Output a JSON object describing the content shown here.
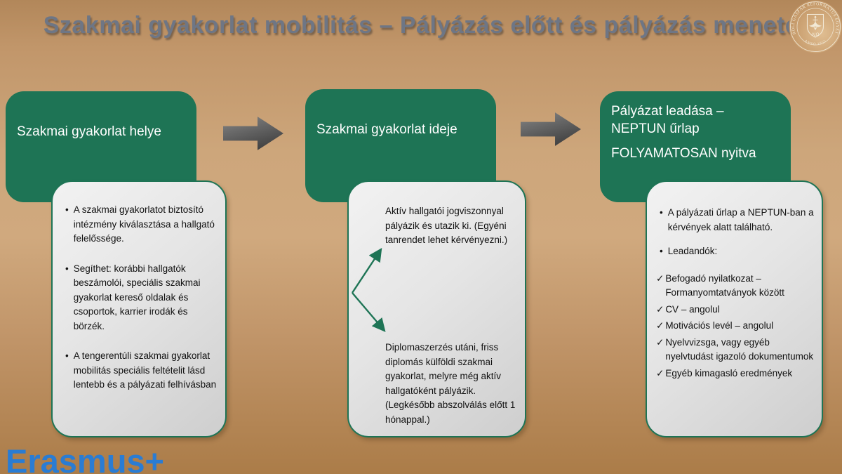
{
  "title": "Szakmai gyakorlat mobilitás – Pályázás előtt és pályázás menete",
  "logo": {
    "ring_text": "KÁROLI GÁSPÁR REFORMÁTUS EGYETEM",
    "anno_text": "ANNO 1855",
    "center_symbols": "Λ|Ω"
  },
  "glyphs": {
    "bullet": "•",
    "check": "✓"
  },
  "colors": {
    "green": "#1e7455",
    "title_gray": "#6e7685",
    "erasmus_blue": "#2a7cd3",
    "background_top": "#b2875a",
    "background_middle": "#d0a97e",
    "background_bottom": "#ab7c48",
    "arrow_gray_from": "#848484",
    "arrow_gray_to": "#383838"
  },
  "steps": [
    {
      "header": "Szakmai gyakorlat helye",
      "bullets": [
        "A szakmai gyakorlatot biztosító intézmény kiválasztása a hallgató felelőssége.",
        "Segíthet: korábbi hallgatók beszámolói, speciális szakmai gyakorlat kereső oldalak és csoportok, karrier irodák és börzék.",
        "A tengerentúli szakmai gyakorlat mobilitás speciális feltételit lásd lentebb és a pályázati felhívásban"
      ]
    },
    {
      "header": "Szakmai gyakorlat ideje",
      "branches": [
        "Aktív hallgatói jogviszonnyal pályázik és utazik ki. (Egyéni tanrendet lehet kérvényezni.)",
        "Diplomaszerzés utáni, friss diplomás külföldi szakmai gyakorlat, melyre még aktív hallgatóként pályázik. (Legkésőbb abszolválás előtt 1 hónappal.)"
      ]
    },
    {
      "header_line1": "Pályázat leadása – NEPTUN űrlap",
      "header_line2": "FOLYAMATOSAN nyitva",
      "bullets": [
        "A pályázati űrlap a NEPTUN-ban a kérvények alatt található.",
        "Leadandók:"
      ],
      "checklist": [
        "Befogadó nyilatkozat – Formanyomtatványok között",
        "CV – angolul",
        "Motivációs levél – angolul",
        "Nyelvvizsga, vagy egyéb nyelvtudást igazoló dokumentumok",
        "Egyéb kimagasló eredmények"
      ]
    }
  ],
  "footer": {
    "brand": "Erasmus+"
  }
}
